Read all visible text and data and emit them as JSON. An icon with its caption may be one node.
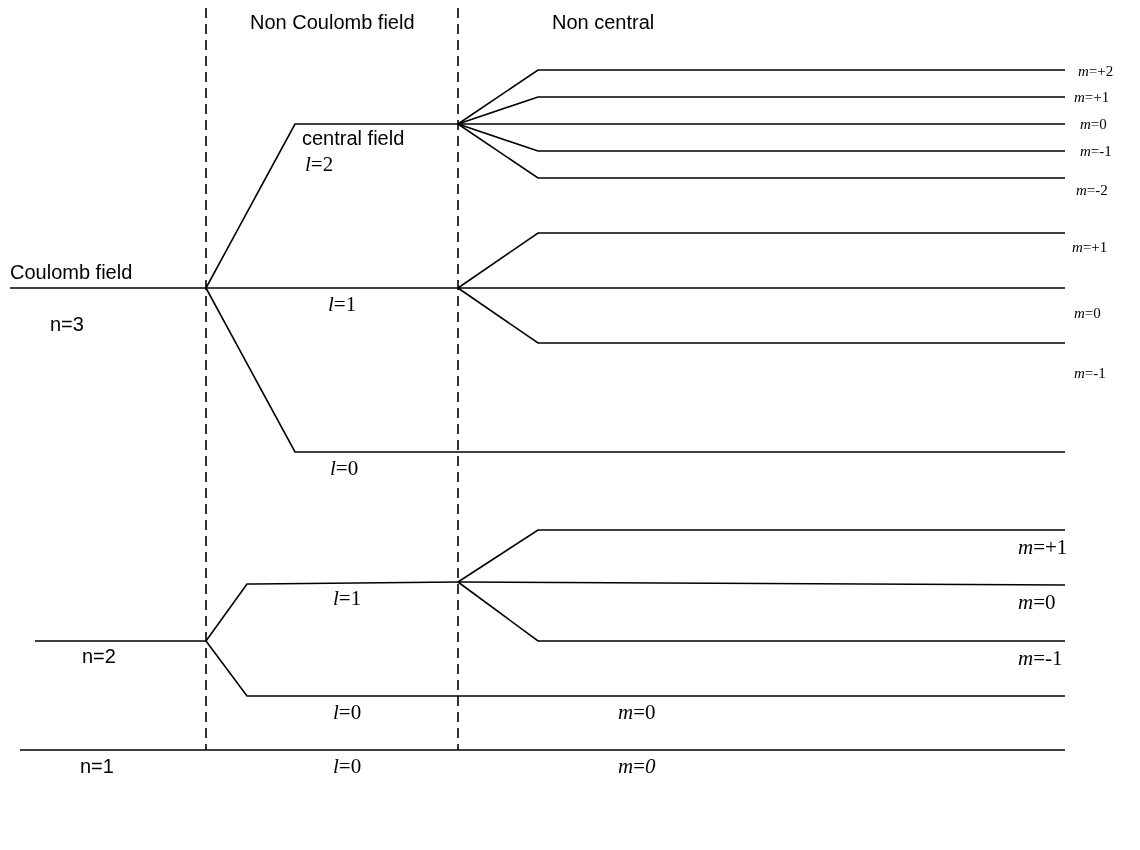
{
  "diagram": {
    "labels": [
      "Non Coulomb field",
      "Non central",
      "*m*=+2",
      "central field",
      "*m*=+1",
      "*m*=0",
      "*l*=2",
      "*m*=-1",
      "*m*=-2",
      "Coulomb field",
      "*m*=+1",
      "*l*=1",
      "n=3",
      "*m*=0",
      "*m*=-1",
      "*l*=0",
      "*m*=+1",
      "*l*=1",
      "*m*=0",
      "n=2",
      "*m*=-1",
      "*l*=0",
      "*m*=0",
      "n=1",
      "*l*=0",
      "*m*=*0*"
    ]
  }
}
